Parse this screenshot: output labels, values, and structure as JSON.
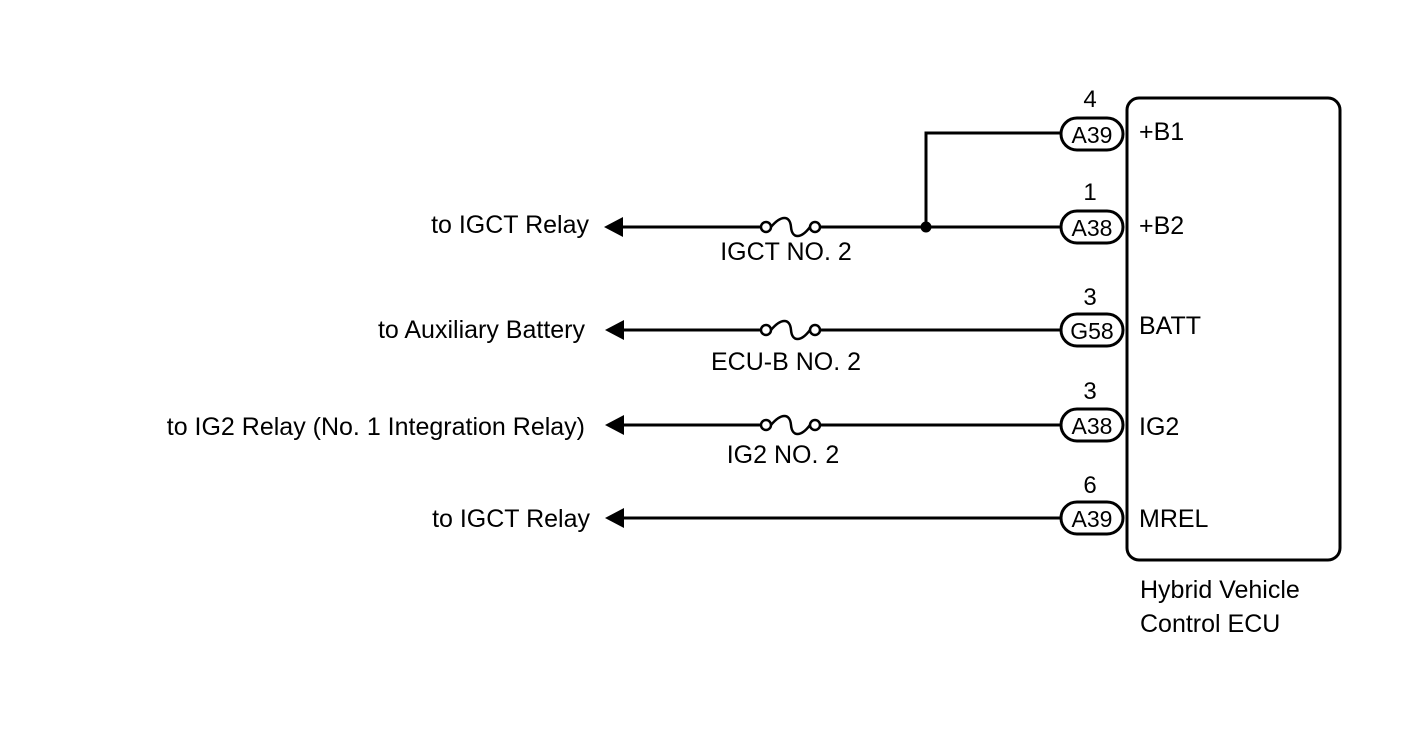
{
  "ecu": {
    "name_line1": "Hybrid Vehicle",
    "name_line2": "Control ECU",
    "terminals": [
      {
        "pin": "4",
        "connector": "A39",
        "signal": "+B1"
      },
      {
        "pin": "1",
        "connector": "A38",
        "signal": "+B2"
      },
      {
        "pin": "3",
        "connector": "G58",
        "signal": "BATT"
      },
      {
        "pin": "3",
        "connector": "A38",
        "signal": "IG2"
      },
      {
        "pin": "6",
        "connector": "A39",
        "signal": "MREL"
      }
    ]
  },
  "circuits": [
    {
      "destination": "to IGCT Relay",
      "fuse": "IGCT NO. 2"
    },
    {
      "destination": "to Auxiliary Battery",
      "fuse": "ECU-B NO. 2"
    },
    {
      "destination": "to IG2 Relay (No. 1 Integration Relay)",
      "fuse": "IG2 NO. 2"
    },
    {
      "destination": "to IGCT Relay",
      "fuse": ""
    }
  ]
}
